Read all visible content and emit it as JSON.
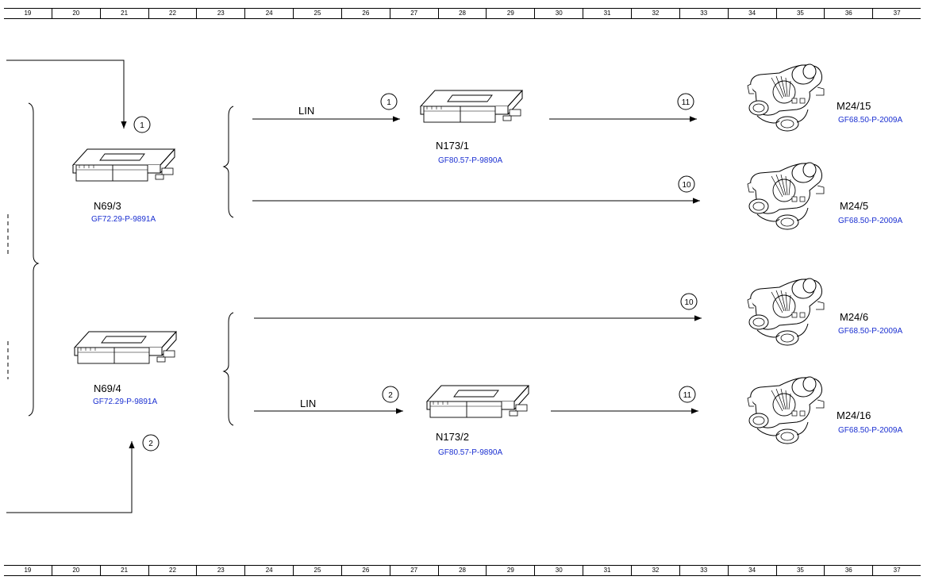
{
  "grid": {
    "columns": [
      "19",
      "20",
      "21",
      "22",
      "23",
      "24",
      "25",
      "26",
      "27",
      "28",
      "29",
      "30",
      "31",
      "32",
      "33",
      "34",
      "35",
      "36",
      "37"
    ]
  },
  "modules": {
    "n69_3": {
      "name": "N69/3",
      "ref": "GF72.29-P-9891A"
    },
    "n69_4": {
      "name": "N69/4",
      "ref": "GF72.29-P-9891A"
    },
    "n173_1": {
      "name": "N173/1",
      "ref": "GF80.57-P-9890A"
    },
    "n173_2": {
      "name": "N173/2",
      "ref": "GF80.57-P-9890A"
    }
  },
  "motors": {
    "m24_15": {
      "name": "M24/15",
      "ref": "GF68.50-P-2009A"
    },
    "m24_5": {
      "name": "M24/5",
      "ref": "GF68.50-P-2009A"
    },
    "m24_6": {
      "name": "M24/6",
      "ref": "GF68.50-P-2009A"
    },
    "m24_16": {
      "name": "M24/16",
      "ref": "GF68.50-P-2009A"
    }
  },
  "connections": {
    "lin_label_1": "LIN",
    "lin_label_2": "LIN",
    "marker_1a": "1",
    "marker_1b": "1",
    "marker_2a": "2",
    "marker_2b": "2",
    "marker_11a": "11",
    "marker_10a": "10",
    "marker_10b": "10",
    "marker_11b": "11"
  },
  "colors": {
    "reference_link": "#1a2fd1",
    "line": "#000000"
  }
}
